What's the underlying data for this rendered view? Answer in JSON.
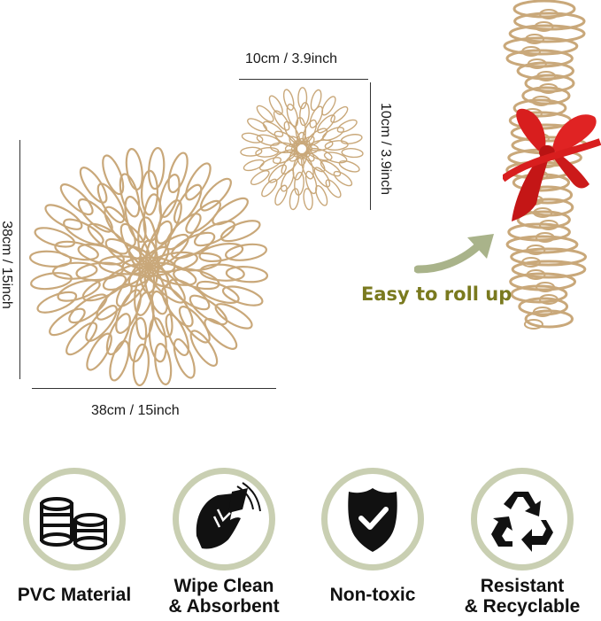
{
  "large_mat": {
    "width_label": "38cm / 15inch",
    "height_label": "38cm / 15inch"
  },
  "small_mat": {
    "width_label": "10cm / 3.9inch",
    "height_label": "10cm / 3.9inch"
  },
  "roll": {
    "label": "Easy to roll up",
    "ribbon_color": "#d81e1e",
    "arrow_color": "#a9b38a",
    "label_color": "#7a7a1f"
  },
  "colors": {
    "gold": "#c9a87a",
    "circle_border": "#c9cfb2",
    "icon_fill": "#111111"
  },
  "features": [
    {
      "icon": "coin-stack-icon",
      "line1": "PVC Material",
      "line2": ""
    },
    {
      "icon": "wipe-hand-icon",
      "line1": "Wipe Clean",
      "line2": "& Absorbent"
    },
    {
      "icon": "shield-check-icon",
      "line1": "Non-toxic",
      "line2": ""
    },
    {
      "icon": "recycle-icon",
      "line1": "Resistant",
      "line2": "& Recyclable"
    }
  ]
}
